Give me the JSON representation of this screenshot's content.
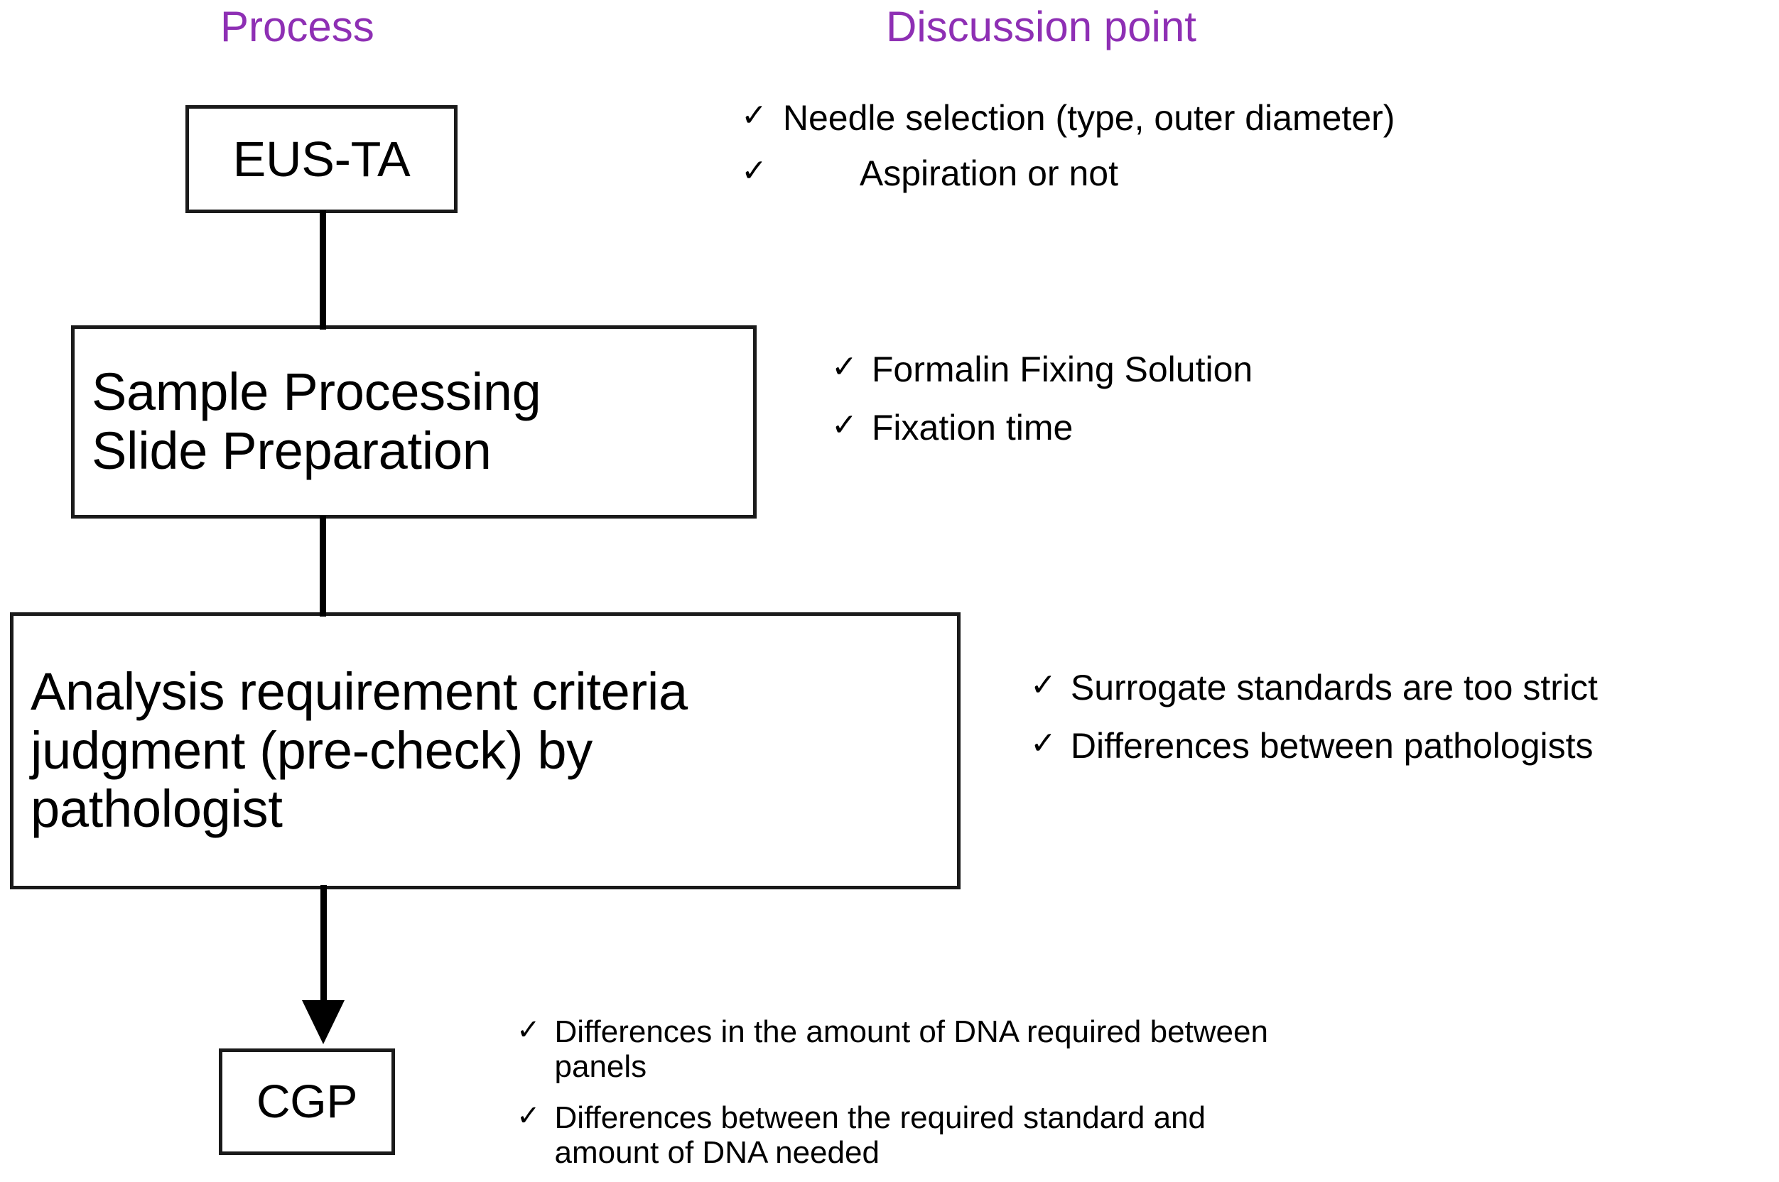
{
  "headers": {
    "process": "Process",
    "discussion": "Discussion point",
    "accent_color": "#8e2fb4"
  },
  "process_boxes": [
    {
      "id": "eus-ta",
      "label": "EUS-TA"
    },
    {
      "id": "sample",
      "line1": "Sample Processing",
      "line2": "Slide Preparation"
    },
    {
      "id": "analysis",
      "line1": "Analysis requirement criteria",
      "line2": "judgment (pre-check) by",
      "line3": "pathologist"
    },
    {
      "id": "cgp",
      "label": "CGP"
    }
  ],
  "discussion_groups": [
    {
      "id": "needle",
      "bullets": [
        {
          "marker": "✓",
          "text": "Needle selection (type, outer diameter)"
        },
        {
          "marker": "✓",
          "text": "Aspiration or not"
        }
      ]
    },
    {
      "id": "fixing",
      "bullets": [
        {
          "marker": "✓",
          "text": "Formalin Fixing Solution"
        },
        {
          "marker": "✓",
          "text": "Fixation time"
        }
      ]
    },
    {
      "id": "surrogate",
      "bullets": [
        {
          "marker": "✓",
          "text": "Surrogate standards are too strict"
        },
        {
          "marker": "✓",
          "text": "Differences between pathologists"
        }
      ]
    },
    {
      "id": "dna",
      "bullets": [
        {
          "marker": "✓",
          "text": "Differences in the amount of DNA required between panels"
        },
        {
          "marker": "✓",
          "text": "Differences between the required standard and amount of DNA needed"
        }
      ]
    }
  ]
}
